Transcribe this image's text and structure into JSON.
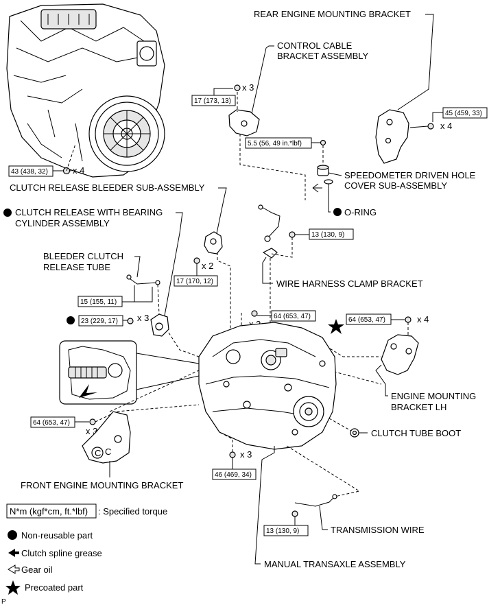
{
  "labels": {
    "rear_engine_mounting_bracket": "REAR ENGINE MOUNTING BRACKET",
    "control_cable_bracket_1": "CONTROL CABLE",
    "control_cable_bracket_2": "BRACKET ASSEMBLY",
    "speedometer_1": "SPEEDOMETER DRIVEN HOLE",
    "speedometer_2": "COVER SUB-ASSEMBLY",
    "o_ring": "O-RING",
    "clutch_release_bleeder": "CLUTCH RELEASE BLEEDER SUB-ASSEMBLY",
    "clutch_release_cyl_1": "CLUTCH RELEASE WITH BEARING",
    "clutch_release_cyl_2": "CYLINDER ASSEMBLY",
    "bleeder_tube_1": "BLEEDER CLUTCH",
    "bleeder_tube_2": "RELEASE TUBE",
    "wire_harness_clamp": "WIRE HARNESS CLAMP BRACKET",
    "engine_mounting_lh_1": "ENGINE MOUNTING",
    "engine_mounting_lh_2": "BRACKET LH",
    "clutch_tube_boot": "CLUTCH TUBE BOOT",
    "front_engine_mounting": "FRONT ENGINE MOUNTING BRACKET",
    "transmission_wire": "TRANSMISSION WIRE",
    "manual_transaxle": "MANUAL TRANSAXLE ASSEMBLY"
  },
  "torques": {
    "t_17_173_13": "17 (173, 13)",
    "t_45_459_33": "45 (459, 33)",
    "t_5_5": "5.5 (56, 49 in.*lbf)",
    "t_43_438_32": "43 (438, 32)",
    "t_13_130_9_top": "13 (130, 9)",
    "t_17_170_12": "17 (170, 12)",
    "t_15_155_11": "15 (155, 11)",
    "t_23_229_17": "23 (229, 17)",
    "t_64_653_47_mid": "64 (653, 47)",
    "t_64_653_47_right": "64 (653, 47)",
    "t_64_653_47_left": "64 (653, 47)",
    "t_46_469_34": "46 (469, 34)",
    "t_13_130_9_bottom": "13 (130, 9)"
  },
  "counts": {
    "x3_control": "x 3",
    "x4_rear": "x 4",
    "x4_left": "x 4",
    "x2_bleeder": "x 2",
    "x3_cyl": "x 3",
    "x3_mid": "x 3",
    "x4_right": "x 4",
    "x3_front": "x 3",
    "x3_bottom": "x 3"
  },
  "legend": {
    "torque_sample": "N*m (kgf*cm, ft.*lbf)",
    "torque_desc": ": Specified torque",
    "non_reusable": "Non-reusable part",
    "clutch_spline_grease": "Clutch spline grease",
    "gear_oil": "Gear oil",
    "precoated": "Precoated part"
  },
  "corner_mark": "P",
  "spline_detail_c1": "C",
  "spline_detail_c2": "C"
}
